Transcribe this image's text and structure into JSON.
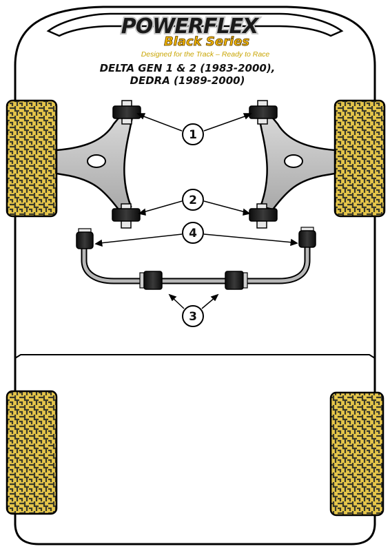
{
  "brand": {
    "name": "POWERFLEX",
    "series": "Black Series",
    "tagline": "Designed for the Track – Ready to Race"
  },
  "vehicle": {
    "line1": "DELTA GEN 1 & 2 (1983-2000),",
    "line2": "DEDRA (1989-2000)"
  },
  "callouts": [
    {
      "number": "1"
    },
    {
      "number": "2"
    },
    {
      "number": "3"
    },
    {
      "number": "4"
    }
  ],
  "colors": {
    "tyre_fill": "#e6c64a",
    "tyre_pattern": "#3a3a2a",
    "arm_fill": "#bfbfbf",
    "bush_fill": "#1a1a1a",
    "outline": "#000000"
  }
}
